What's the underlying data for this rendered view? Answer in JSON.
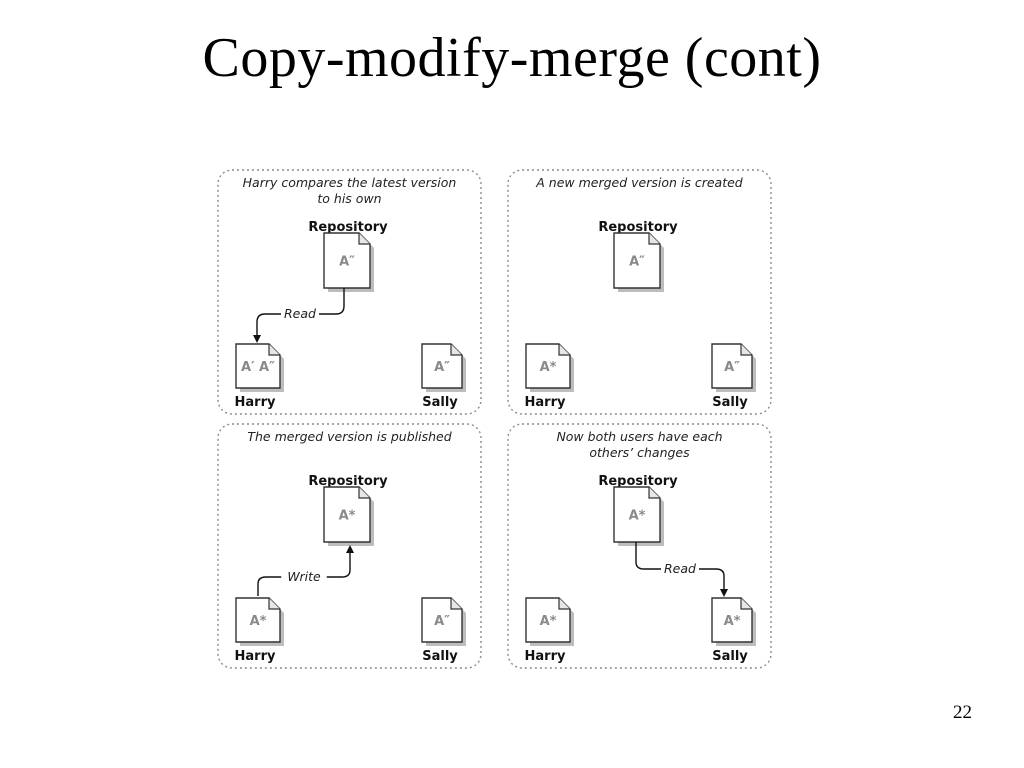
{
  "slide": {
    "title": "Copy-modify-merge (cont)",
    "page_number": "22"
  },
  "panels": [
    {
      "caption_lines": [
        "Harry compares the latest version",
        "to his own"
      ],
      "repository": {
        "label": "Repository",
        "doc": "A″"
      },
      "harry": {
        "label": "Harry",
        "doc": "A′ A″"
      },
      "sally": {
        "label": "Sally",
        "doc": "A″"
      },
      "arrow": {
        "label": "Read",
        "direction": "repository-to-harry"
      }
    },
    {
      "caption_lines": [
        "A new merged version is created"
      ],
      "repository": {
        "label": "Repository",
        "doc": "A″"
      },
      "harry": {
        "label": "Harry",
        "doc": "A*"
      },
      "sally": {
        "label": "Sally",
        "doc": "A″"
      },
      "arrow": null
    },
    {
      "caption_lines": [
        "The merged version is published"
      ],
      "repository": {
        "label": "Repository",
        "doc": "A*"
      },
      "harry": {
        "label": "Harry",
        "doc": "A*"
      },
      "sally": {
        "label": "Sally",
        "doc": "A″"
      },
      "arrow": {
        "label": "Write",
        "direction": "harry-to-repository"
      }
    },
    {
      "caption_lines": [
        "Now both users have each",
        "others’ changes"
      ],
      "repository": {
        "label": "Repository",
        "doc": "A*"
      },
      "harry": {
        "label": "Harry",
        "doc": "A*"
      },
      "sally": {
        "label": "Sally",
        "doc": "A*"
      },
      "arrow": {
        "label": "Read",
        "direction": "repository-to-sally"
      }
    }
  ],
  "colors": {
    "panel_border": "#8c8c8c",
    "doc_fill": "#ffffff",
    "doc_stroke": "#333333",
    "doc_shadow": "#bdbdbd",
    "arrow": "#111111"
  }
}
